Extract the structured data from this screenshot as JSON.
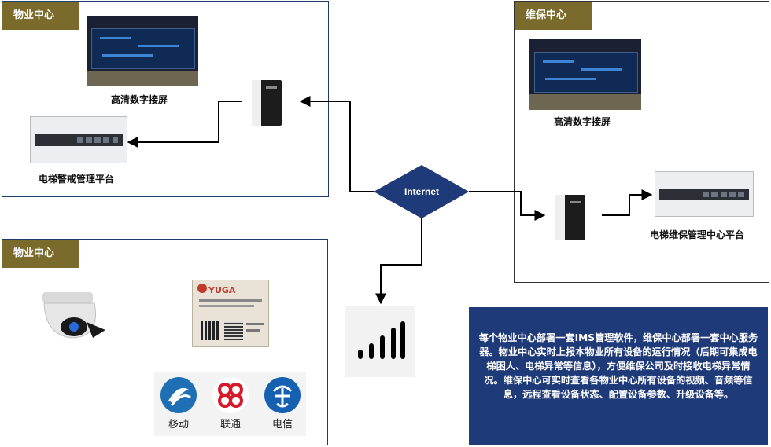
{
  "panels": {
    "top_left": {
      "tag": "物业中心",
      "screen_label": "高清数字接屏",
      "platform_label": "电梯警戒管理平台"
    },
    "right": {
      "tag": "维保中心",
      "screen_label": "高清数字接屏",
      "platform_label": "电梯维保管理中心平台"
    },
    "bottom_left": {
      "tag": "物业中心",
      "module_text": "YUGA",
      "carriers": [
        "移动",
        "联通",
        "电信"
      ]
    }
  },
  "network": {
    "label": "Internet"
  },
  "description": "每个物业中心部署一套IMS管理软件，维保中心部署一套中心服务器。物业中心实时上报本物业所有设备的运行情况（后期可集成电梯困人、电梯异常等信息），方便维保公司及时接收电梯异常情况。维保中心可实时查看各物业中心所有设备的视频、音频等信息，远程查看设备状态、配置设备参数、升级设备等。",
  "colors": {
    "tag_bg": "#7a6a2c",
    "internet_diamond": "#1f3a78",
    "note_bg": "#1f3a78",
    "mobile": "#1f6fb5",
    "unicom": "#d7192a",
    "telecom": "#1560b0"
  }
}
